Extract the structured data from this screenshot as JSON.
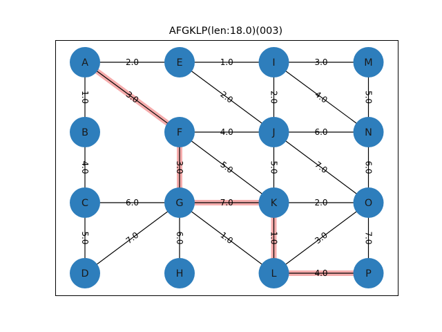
{
  "title": "AFGKLP(len:18.0)(003)",
  "colors": {
    "node": "#2e7ebc",
    "edge": "#000000",
    "path_highlight": "#f08080",
    "frame": "#000000"
  },
  "nodes": [
    {
      "id": "A",
      "label": "A",
      "col": 0,
      "row": 0
    },
    {
      "id": "E",
      "label": "E",
      "col": 1,
      "row": 0
    },
    {
      "id": "I",
      "label": "I",
      "col": 2,
      "row": 0
    },
    {
      "id": "M",
      "label": "M",
      "col": 3,
      "row": 0
    },
    {
      "id": "B",
      "label": "B",
      "col": 0,
      "row": 1
    },
    {
      "id": "F",
      "label": "F",
      "col": 1,
      "row": 1
    },
    {
      "id": "J",
      "label": "J",
      "col": 2,
      "row": 1
    },
    {
      "id": "N",
      "label": "N",
      "col": 3,
      "row": 1
    },
    {
      "id": "C",
      "label": "C",
      "col": 0,
      "row": 2
    },
    {
      "id": "G",
      "label": "G",
      "col": 1,
      "row": 2
    },
    {
      "id": "K",
      "label": "K",
      "col": 2,
      "row": 2
    },
    {
      "id": "O",
      "label": "O",
      "col": 3,
      "row": 2
    },
    {
      "id": "D",
      "label": "D",
      "col": 0,
      "row": 3
    },
    {
      "id": "H",
      "label": "H",
      "col": 1,
      "row": 3
    },
    {
      "id": "L",
      "label": "L",
      "col": 2,
      "row": 3
    },
    {
      "id": "P",
      "label": "P",
      "col": 3,
      "row": 3
    }
  ],
  "edges": [
    {
      "from": "A",
      "to": "E",
      "weight": "2.0"
    },
    {
      "from": "E",
      "to": "I",
      "weight": "1.0"
    },
    {
      "from": "I",
      "to": "M",
      "weight": "3.0"
    },
    {
      "from": "A",
      "to": "B",
      "weight": "1.0"
    },
    {
      "from": "A",
      "to": "F",
      "weight": "3.0"
    },
    {
      "from": "E",
      "to": "J",
      "weight": "2.0"
    },
    {
      "from": "I",
      "to": "J",
      "weight": "2.0"
    },
    {
      "from": "I",
      "to": "N",
      "weight": "4.0"
    },
    {
      "from": "M",
      "to": "N",
      "weight": "5.0"
    },
    {
      "from": "F",
      "to": "J",
      "weight": "4.0"
    },
    {
      "from": "J",
      "to": "N",
      "weight": "6.0"
    },
    {
      "from": "B",
      "to": "C",
      "weight": "4.0"
    },
    {
      "from": "F",
      "to": "G",
      "weight": "3.0"
    },
    {
      "from": "F",
      "to": "K",
      "weight": "5.0"
    },
    {
      "from": "J",
      "to": "K",
      "weight": "5.0"
    },
    {
      "from": "J",
      "to": "O",
      "weight": "7.0"
    },
    {
      "from": "N",
      "to": "O",
      "weight": "6.0"
    },
    {
      "from": "C",
      "to": "G",
      "weight": "6.0"
    },
    {
      "from": "G",
      "to": "K",
      "weight": "7.0"
    },
    {
      "from": "K",
      "to": "O",
      "weight": "2.0"
    },
    {
      "from": "C",
      "to": "D",
      "weight": "5.0"
    },
    {
      "from": "G",
      "to": "D",
      "weight": "7.0"
    },
    {
      "from": "G",
      "to": "H",
      "weight": "6.0"
    },
    {
      "from": "G",
      "to": "L",
      "weight": "1.0"
    },
    {
      "from": "K",
      "to": "L",
      "weight": "1.0"
    },
    {
      "from": "L",
      "to": "O",
      "weight": "3.0"
    },
    {
      "from": "O",
      "to": "P",
      "weight": "7.0"
    },
    {
      "from": "L",
      "to": "P",
      "weight": "4.0"
    }
  ],
  "path": [
    "A",
    "F",
    "G",
    "K",
    "L",
    "P"
  ]
}
